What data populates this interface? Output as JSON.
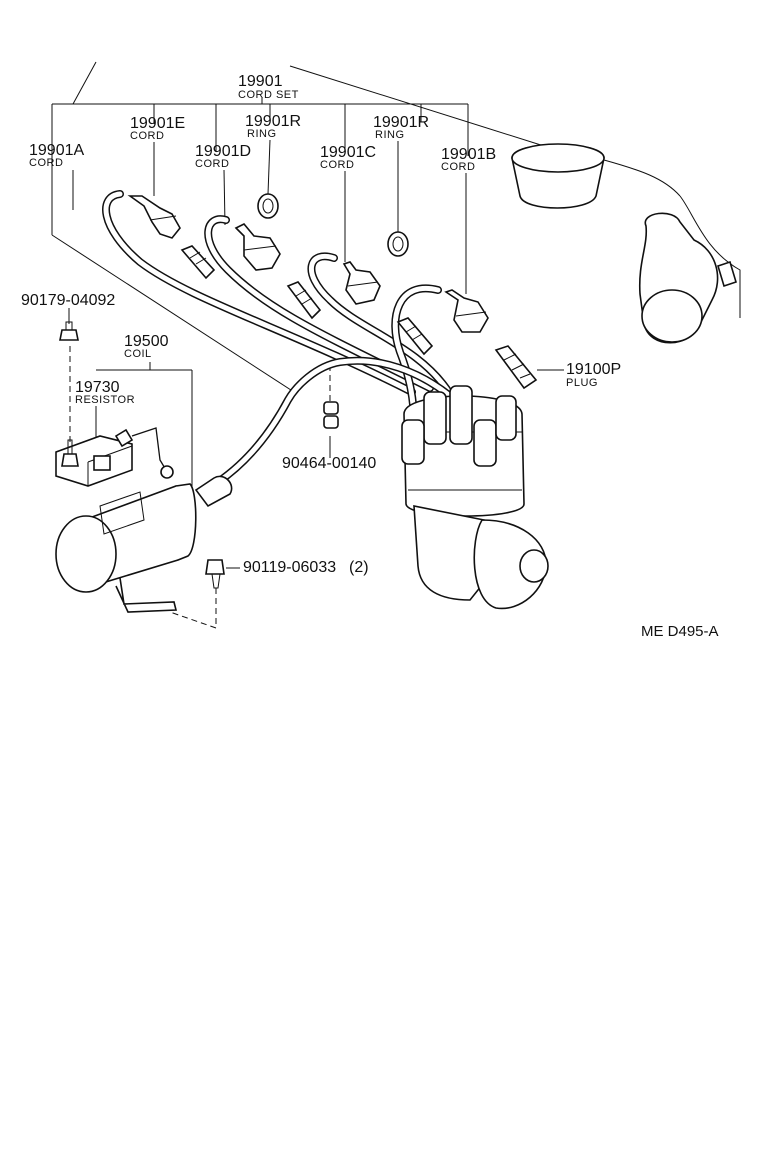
{
  "diagram": {
    "reference_code": "ME D495-A",
    "callouts": [
      {
        "id": "cord-set",
        "part_no": "19901",
        "desc": "CORD SET"
      },
      {
        "id": "cord-e",
        "part_no": "19901E",
        "desc": "CORD"
      },
      {
        "id": "ring-1",
        "part_no": "19901R",
        "desc": "RING"
      },
      {
        "id": "cord-a",
        "part_no": "19901A",
        "desc": "CORD"
      },
      {
        "id": "cord-d",
        "part_no": "19901D",
        "desc": "CORD"
      },
      {
        "id": "cord-c",
        "part_no": "19901C",
        "desc": "CORD"
      },
      {
        "id": "ring-2",
        "part_no": "19901R",
        "desc": "RING"
      },
      {
        "id": "cord-b",
        "part_no": "19901B",
        "desc": "CORD"
      },
      {
        "id": "bolt-top",
        "part_no": "90179-04092",
        "desc": ""
      },
      {
        "id": "coil",
        "part_no": "19500",
        "desc": "COIL"
      },
      {
        "id": "resistor",
        "part_no": "19730",
        "desc": "RESISTOR"
      },
      {
        "id": "plug",
        "part_no": "19100P",
        "desc": "PLUG"
      },
      {
        "id": "clamp",
        "part_no": "90464-00140",
        "desc": ""
      },
      {
        "id": "bolt-bottom",
        "part_no": "90119-06033",
        "desc": "(2)"
      }
    ]
  }
}
